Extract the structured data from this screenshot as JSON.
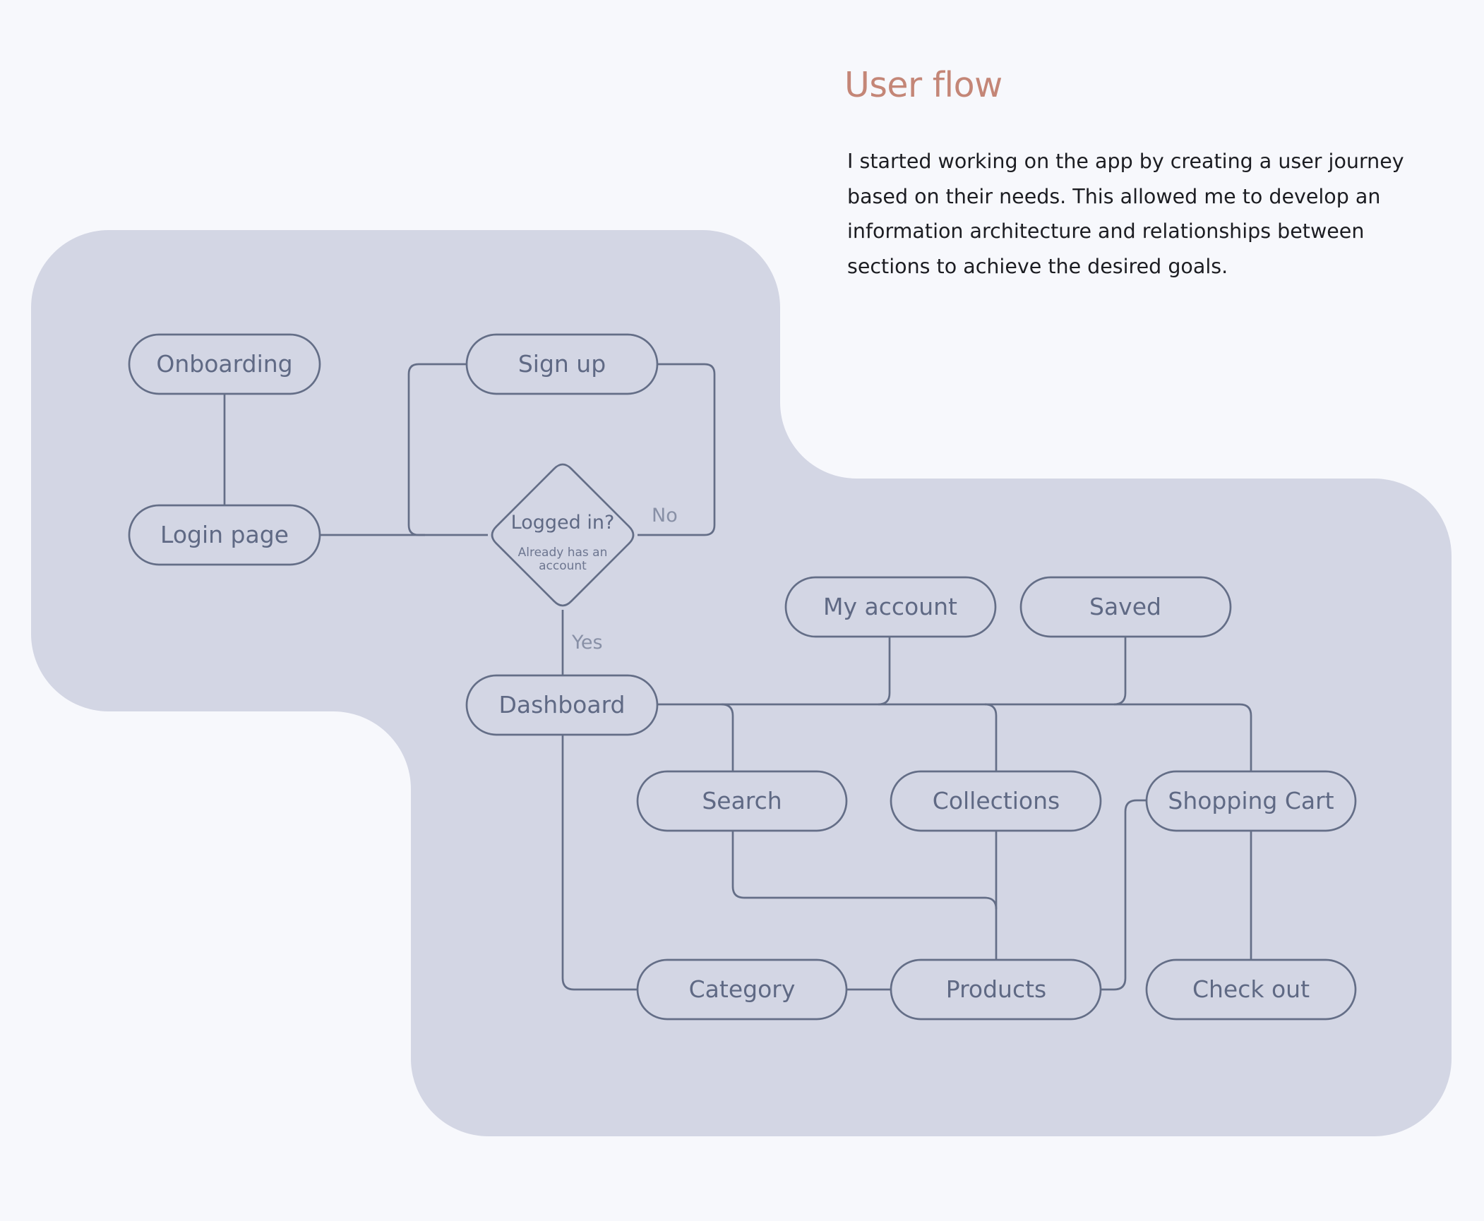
{
  "header": {
    "title": "User flow",
    "description": "I started working on the app by creating a user journey based on their needs. This allowed me to develop an information architecture and relationships between sections to achieve the desired goals."
  },
  "colors": {
    "background": "#f7f8fc",
    "panel": "#d3d6e4",
    "stroke": "#646e87",
    "title": "#c48677"
  },
  "flow": {
    "nodes": {
      "onboarding": "Onboarding",
      "login_page": "Login page",
      "sign_up": "Sign up",
      "decision": "Logged in?",
      "decision_sub": [
        "Already has an",
        "account"
      ],
      "dashboard": "Dashboard",
      "my_account": "My account",
      "saved": "Saved",
      "search": "Search",
      "collections": "Collections",
      "shopping_cart": "Shopping Cart",
      "category": "Category",
      "products": "Products",
      "check_out": "Check out"
    },
    "edge_labels": {
      "no": "No",
      "yes": "Yes"
    }
  }
}
